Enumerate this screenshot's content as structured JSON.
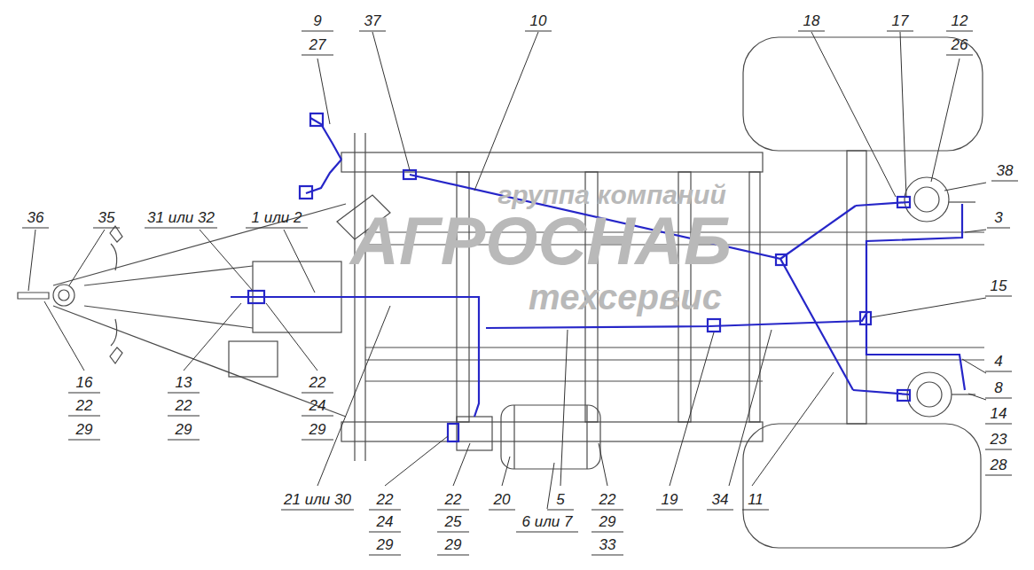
{
  "diagram": {
    "labels": [
      "9",
      "27",
      "37",
      "10",
      "18",
      "17",
      "12",
      "26",
      "38",
      "3",
      "36",
      "35",
      "31 или 32",
      "1 или 2",
      "15",
      "4",
      "8",
      "14",
      "23",
      "28",
      "16",
      "22",
      "29",
      "13",
      "22",
      "29",
      "22",
      "24",
      "29",
      "21 или 30",
      "22",
      "24",
      "29",
      "22",
      "25",
      "29",
      "20",
      "5",
      "6 или 7",
      "22",
      "29",
      "33",
      "19",
      "34",
      "11",
      "группа компаний",
      "АГРОСНАБ",
      "техсервис"
    ]
  }
}
